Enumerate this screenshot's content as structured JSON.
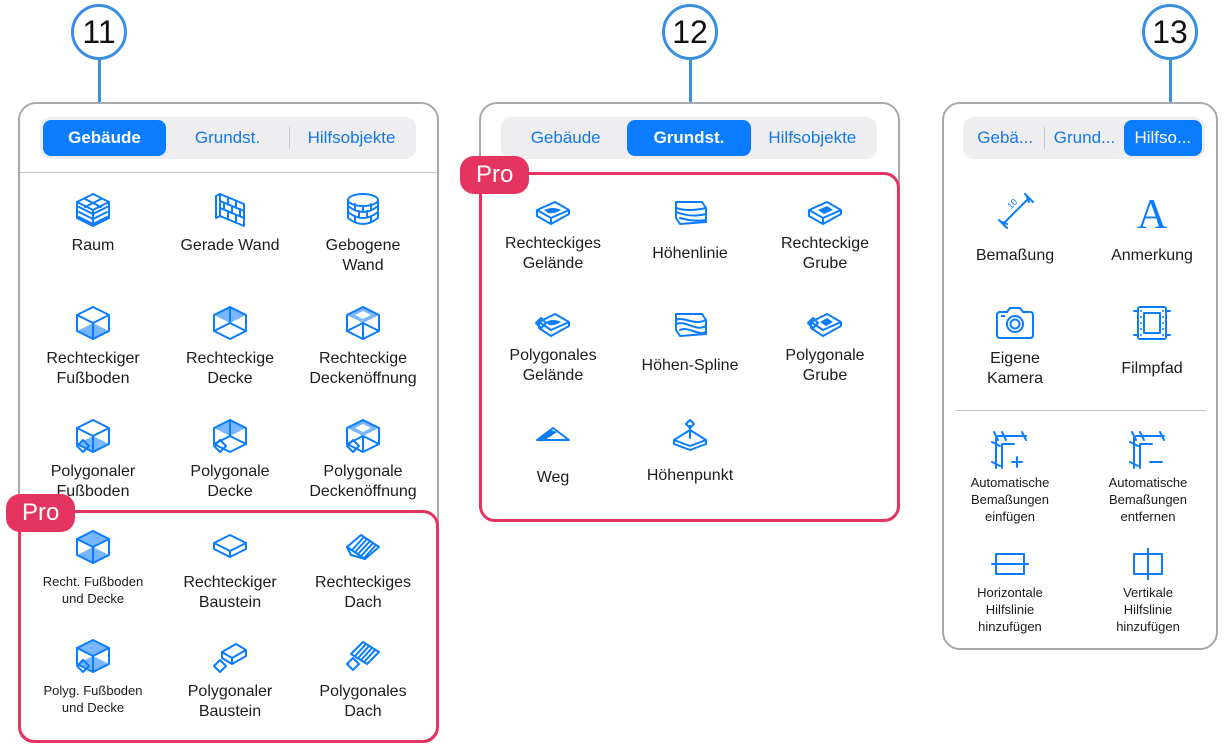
{
  "callouts": [
    "11",
    "12",
    "13"
  ],
  "pro_label": "Pro",
  "panel11": {
    "tabs": [
      "Gebäude",
      "Grundst.",
      "Hilfsobjekte"
    ],
    "active_tab": "Gebäude",
    "tools": [
      {
        "label": "Raum",
        "icon": "room-brick-cube-icon"
      },
      {
        "label": "Gerade Wand",
        "icon": "straight-wall-icon"
      },
      {
        "label": "Gebogene\nWand",
        "icon": "curved-wall-icon"
      },
      {
        "label": "Rechteckiger\nFußboden",
        "icon": "rect-floor-icon"
      },
      {
        "label": "Rechteckige\nDecke",
        "icon": "rect-ceiling-icon"
      },
      {
        "label": "Rechteckige\nDeckenöffnung",
        "icon": "rect-ceiling-opening-icon"
      },
      {
        "label": "Polygonaler\nFußboden",
        "icon": "poly-floor-icon"
      },
      {
        "label": "Polygonale\nDecke",
        "icon": "poly-ceiling-icon"
      },
      {
        "label": "Polygonale\nDeckenöffnung",
        "icon": "poly-ceiling-opening-icon"
      }
    ],
    "pro_tools": [
      {
        "label": "Recht. Fußboden\nund Decke",
        "icon": "rect-floor-ceiling-icon"
      },
      {
        "label": "Rechteckiger\nBaustein",
        "icon": "rect-block-icon"
      },
      {
        "label": "Rechteckiges\nDach",
        "icon": "rect-roof-icon"
      },
      {
        "label": "Polyg. Fußboden\nund Decke",
        "icon": "poly-floor-ceiling-icon"
      },
      {
        "label": "Polygonaler\nBaustein",
        "icon": "poly-block-icon"
      },
      {
        "label": "Polygonales\nDach",
        "icon": "poly-roof-icon"
      }
    ]
  },
  "panel12": {
    "tabs": [
      "Gebäude",
      "Grundst.",
      "Hilfsobjekte"
    ],
    "active_tab": "Grundst.",
    "pro_tools": [
      {
        "label": "Rechteckiges\nGelände",
        "icon": "rect-terrain-icon"
      },
      {
        "label": "Höhenlinie",
        "icon": "elevation-line-icon"
      },
      {
        "label": "Rechteckige\nGrube",
        "icon": "rect-pit-icon"
      },
      {
        "label": "Polygonales\nGelände",
        "icon": "poly-terrain-icon"
      },
      {
        "label": "Höhen-Spline",
        "icon": "elevation-spline-icon"
      },
      {
        "label": "Polygonale\nGrube",
        "icon": "poly-pit-icon"
      },
      {
        "label": "Weg",
        "icon": "path-icon"
      },
      {
        "label": "Höhenpunkt",
        "icon": "elevation-point-icon"
      }
    ]
  },
  "panel13": {
    "tabs": [
      "Gebä...",
      "Grund...",
      "Hilfso..."
    ],
    "active_tab": "Hilfso...",
    "tools": [
      {
        "label": "Bemaßung",
        "icon": "dimension-icon"
      },
      {
        "label": "Anmerkung",
        "icon": "annotation-icon"
      },
      {
        "label": "Eigene\nKamera",
        "icon": "camera-icon"
      },
      {
        "label": "Filmpfad",
        "icon": "film-path-icon"
      }
    ],
    "small_tools": [
      {
        "label": "Automatische\nBemaßungen\neinfügen",
        "icon": "auto-dimension-add-icon"
      },
      {
        "label": "Automatische\nBemaßungen\nentfernen",
        "icon": "auto-dimension-remove-icon"
      },
      {
        "label": "Horizontale\nHilfslinie\nhinzufügen",
        "icon": "horizontal-guide-icon"
      },
      {
        "label": "Vertikale\nHilfslinie\nhinzufügen",
        "icon": "vertical-guide-icon"
      }
    ]
  },
  "colors": {
    "accent": "#0a7cff",
    "pro": "#e5345f",
    "callout": "#3b8fe0",
    "panel_border": "#a8a8ad"
  }
}
